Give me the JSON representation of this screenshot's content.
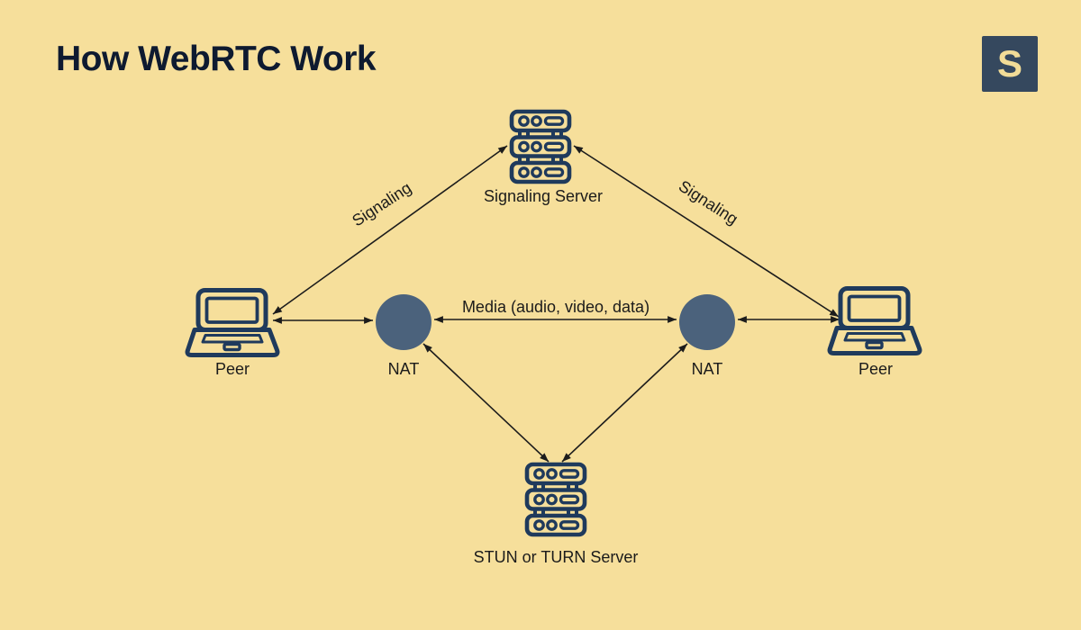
{
  "header": {
    "title": "How WebRTC Work",
    "logo_letter": "S"
  },
  "colors": {
    "background": "#F6DF9B",
    "icon_stroke": "#1F3A5C",
    "nat_fill": "#4B627C",
    "logo_background": "#35485E",
    "logo_letter_color": "#F2DC97",
    "title_color": "#0E1A30",
    "line_color": "#1C1C1C",
    "label_color": "#1B1B1B"
  },
  "diagram": {
    "nodes": [
      {
        "id": "signaling-server",
        "type": "server-icon",
        "label": "Signaling Server"
      },
      {
        "id": "stun-turn-server",
        "type": "server-icon",
        "label": "STUN or TURN Server"
      },
      {
        "id": "peer-left",
        "type": "laptop-icon",
        "label": "Peer"
      },
      {
        "id": "nat-left",
        "type": "filled-circle",
        "label": "NAT"
      },
      {
        "id": "nat-right",
        "type": "filled-circle",
        "label": "NAT"
      },
      {
        "id": "peer-right",
        "type": "laptop-icon",
        "label": "Peer"
      }
    ],
    "edges": [
      {
        "id": "signaling-left",
        "from": "peer-left",
        "to": "signaling-server",
        "label": "Signaling",
        "direction": "both"
      },
      {
        "id": "signaling-right",
        "from": "signaling-server",
        "to": "peer-right",
        "label": "Signaling",
        "direction": "both"
      },
      {
        "id": "media",
        "from": "nat-left",
        "to": "nat-right",
        "label": "Media (audio, video, data)",
        "direction": "both"
      },
      {
        "id": "peer-left-nat-left",
        "from": "peer-left",
        "to": "nat-left",
        "label": "",
        "direction": "both"
      },
      {
        "id": "nat-right-peer-right",
        "from": "nat-right",
        "to": "peer-right",
        "label": "",
        "direction": "both"
      },
      {
        "id": "nat-left-stun",
        "from": "nat-left",
        "to": "stun-turn-server",
        "label": "",
        "direction": "both"
      },
      {
        "id": "nat-right-stun",
        "from": "nat-right",
        "to": "stun-turn-server",
        "label": "",
        "direction": "both"
      }
    ]
  }
}
